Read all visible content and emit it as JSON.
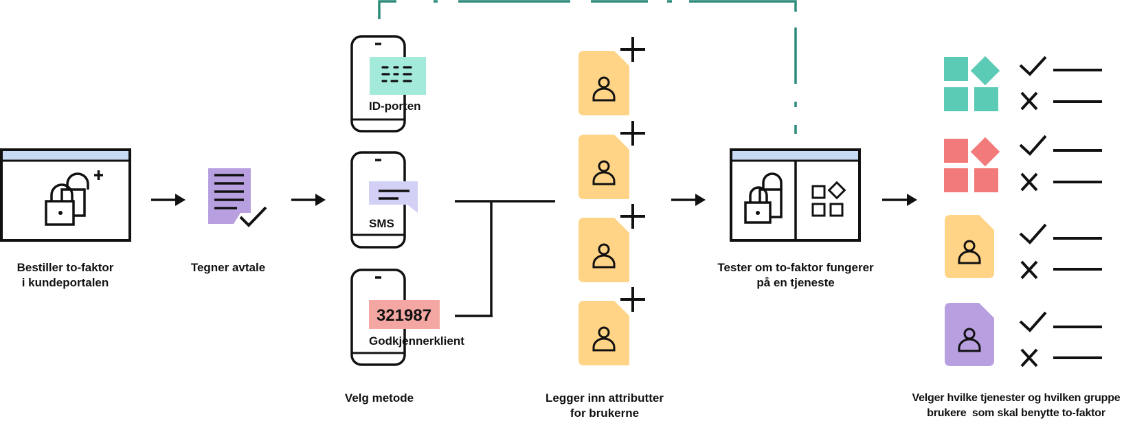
{
  "steps": {
    "bestiller": {
      "line1": "Bestiller to-faktor",
      "line2": "i kundeportalen"
    },
    "tegner": {
      "line1": "Tegner avtale"
    },
    "velg": {
      "line1": "Velg metode"
    },
    "legger": {
      "line1": "Legger inn attributter",
      "line2": "for brukerne"
    },
    "tester": {
      "line1": "Tester om to-faktor fungerer",
      "line2": "på en tjeneste"
    },
    "velger": {
      "line1": "Velger hvilke tjenester og hvilken gruppe",
      "line2": "brukere  som skal benytte to-faktor"
    }
  },
  "methods": {
    "idporten": "ID-porten",
    "sms": "SMS",
    "code": "321987",
    "godkjenner": "Godkjennerklient"
  },
  "colors": {
    "teal": "#5ccbb6",
    "teal_light": "#a3eadb",
    "red": "#f27a7a",
    "red_light": "#f4a7a2",
    "yellow": "#ffd486",
    "purple": "#b8a0e0",
    "lavender": "#d2d0f5",
    "blue_bar": "#c7dcf4",
    "green_line": "#2b8a78",
    "stroke": "#111111"
  },
  "icons": [
    "lock-plus-icon",
    "document-check-icon",
    "arrow-right-icon",
    "phone-icon",
    "user-document-icon",
    "plus-icon",
    "shapes-icon",
    "check-icon",
    "cross-icon"
  ]
}
